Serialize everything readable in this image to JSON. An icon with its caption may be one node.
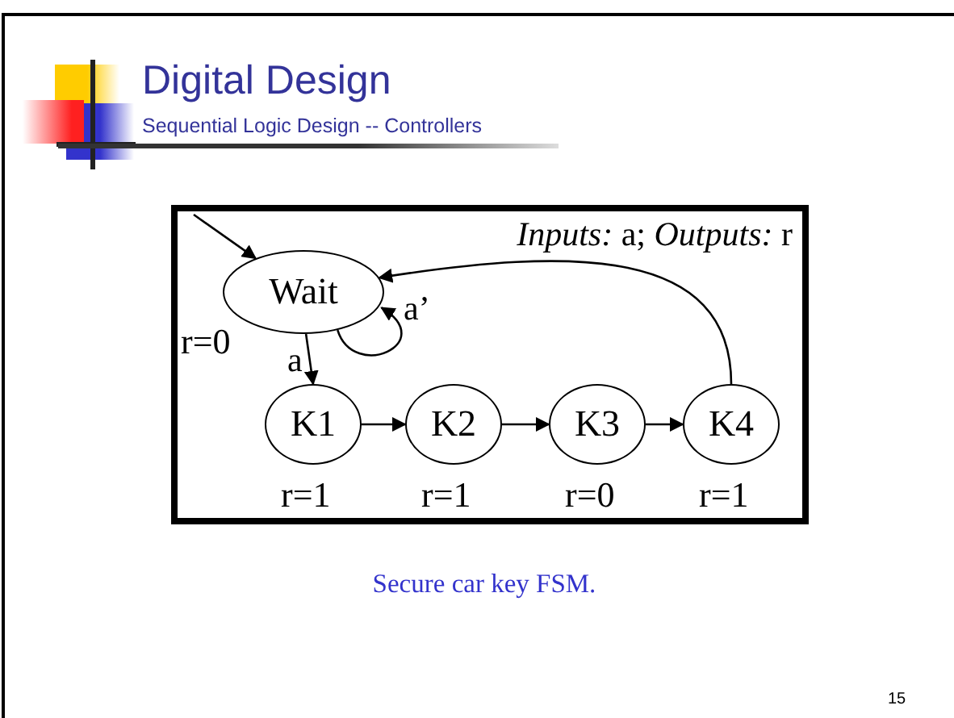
{
  "diagram": {
    "title": "Digital Design",
    "caption": "Secure car key FSM.",
    "nodes": [
      {
        "text": [
          "*Inputs:* a; *Outputs:* r"
        ]
      },
      {
        "text": [
          "Wait"
        ],
        "in": 0,
        "beside": [
          "r=0"
        ]
      },
      {
        "text": [
          "K1"
        ],
        "in": 0,
        "beside": [
          "r=1"
        ]
      },
      {
        "text": [
          "K2"
        ],
        "in": 0,
        "beside": [
          "r=1"
        ]
      },
      {
        "text": [
          "K3"
        ],
        "in": 0,
        "beside": [
          "r=0"
        ]
      },
      {
        "text": [
          "K4"
        ],
        "in": 0,
        "beside": [
          "r=1"
        ]
      }
    ],
    "edges": [
      {
        "from": null,
        "to": 1,
        "arrow": "to"
      },
      {
        "from": 1,
        "to": 1,
        "arrow": "to",
        "label": "a’"
      },
      {
        "from": 1,
        "to": 2,
        "arrow": "to",
        "label": "a"
      },
      {
        "from": 2,
        "to": 3,
        "arrow": "to"
      },
      {
        "from": 3,
        "to": 4,
        "arrow": "to"
      },
      {
        "from": 4,
        "to": 5,
        "arrow": "to"
      },
      {
        "from": 5,
        "to": 1,
        "arrow": "to"
      }
    ],
    "labels": [
      "Sequential Logic Design -- Controllers",
      "15"
    ]
  }
}
